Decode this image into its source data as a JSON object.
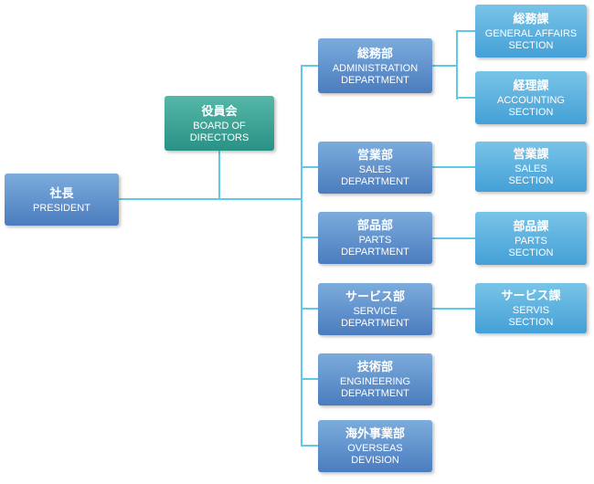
{
  "nodes": {
    "president": {
      "jp": "社長",
      "en": "PRESIDENT"
    },
    "board": {
      "jp": "役員会",
      "en": "BOARD OF\nDIRECTORS"
    },
    "departments": [
      {
        "jp": "総務部",
        "en": "ADMINISTRATION\nDEPARTMENT"
      },
      {
        "jp": "営業部",
        "en": "SALES\nDEPARTMENT"
      },
      {
        "jp": "部品部",
        "en": "PARTS\nDEPARTMENT"
      },
      {
        "jp": "サービス部",
        "en": "SERVICE\nDEPARTMENT"
      },
      {
        "jp": "技術部",
        "en": "ENGINEERING\nDEPARTMENT"
      },
      {
        "jp": "海外事業部",
        "en": "OVERSEAS\nDEVISION"
      }
    ],
    "sections": [
      {
        "jp": "総務課",
        "en": "GENERAL AFFAIRS\nSECTION"
      },
      {
        "jp": "経理課",
        "en": "ACCOUNTING\nSECTION"
      },
      {
        "jp": "営業課",
        "en": "SALES\nSECTION"
      },
      {
        "jp": "部品課",
        "en": "PARTS\nSECTION"
      },
      {
        "jp": "サービス課",
        "en": "SERVIS\nSECTION"
      }
    ]
  },
  "colors": {
    "department_top": "#7cacdc",
    "department_bottom": "#4b7cbe",
    "section_top": "#79c4e8",
    "section_bottom": "#44a0d6",
    "board_top": "#55b7a8",
    "board_bottom": "#2a9185",
    "connector": "#5fc9ea",
    "text": "#ffffff"
  }
}
